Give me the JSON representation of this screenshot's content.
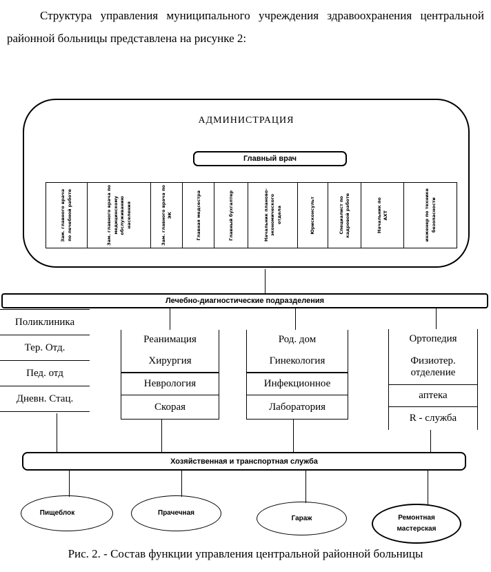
{
  "colors": {
    "ink": "#000000",
    "background": "#ffffff"
  },
  "intro_text": "Структура управления муниципального учреждения здравоохранения центральной районной больницы представлена на рисунке 2:",
  "admin": {
    "title": "АДМИНИСТРАЦИЯ",
    "chief_doctor": "Главный врач",
    "staff": [
      {
        "lines": [
          "Зам. главного врача",
          "по лечебной работе"
        ]
      },
      {
        "lines": [
          "Зам. главного врача по",
          "медицинскому",
          "обслуживанию",
          "населения"
        ]
      },
      {
        "lines": [
          "Зам. главного врача по",
          "ЭК"
        ]
      },
      {
        "lines": [
          "Главная медсестра"
        ]
      },
      {
        "lines": [
          "Главный бухгалтер"
        ]
      },
      {
        "lines": [
          "Начальник планово-",
          "экономического",
          "отдела"
        ]
      },
      {
        "lines": [
          "Юрисконсульт"
        ]
      },
      {
        "lines": [
          "Специалист по",
          "кадровой работе"
        ]
      },
      {
        "lines": [
          "Начальник по",
          "АХТ"
        ]
      },
      {
        "lines": [
          "инженер по технике",
          "безопасности"
        ]
      }
    ]
  },
  "medical_bar_label": "Лечебно-диагностические подразделения",
  "columns": {
    "polyclinic": {
      "items": [
        "Поликлиника",
        "Тер. Отд.",
        "Пед. отд",
        "Дневн. Стац."
      ]
    },
    "emergency": {
      "items": [
        "Реанимация",
        "Хирургия",
        "Неврология",
        "Скорая"
      ]
    },
    "maternity": {
      "items": [
        "Род. дом",
        "Гинекология",
        "Инфекционное",
        "Лаборатория"
      ]
    },
    "orthopedic": {
      "items_line1": "Ортопедия",
      "items_line2a": "Физиотер.",
      "items_line2b": "отделение",
      "items_line3": "аптека",
      "items_line4": "R - служба"
    }
  },
  "service_bar_label": "Хозяйственная и транспортная служба",
  "service_units": [
    {
      "lines": [
        "Пищеблок"
      ]
    },
    {
      "lines": [
        "Прачечная"
      ]
    },
    {
      "lines": [
        "Гараж"
      ]
    },
    {
      "lines": [
        "Ремонтная",
        "мастерская"
      ]
    }
  ],
  "caption": "Рис. 2. -  Состав функции управления центральной районной больницы"
}
